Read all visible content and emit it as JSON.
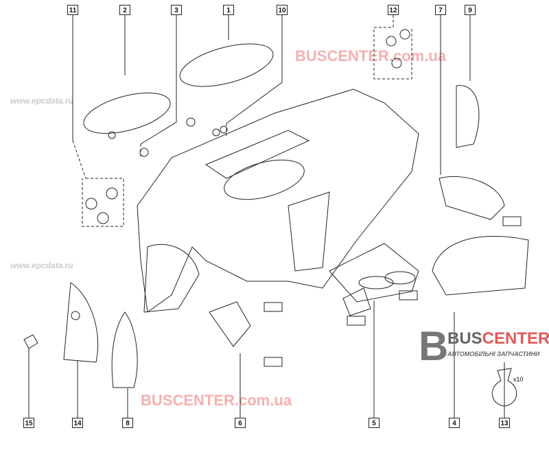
{
  "callouts_top": [
    "11",
    "2",
    "3",
    "1",
    "10",
    "12",
    "7",
    "9"
  ],
  "callouts_bottom": [
    "15",
    "14",
    "8",
    "6",
    "5",
    "4",
    "13"
  ],
  "watermarks": {
    "site": "BUSCENTER.com.ua",
    "epc": "www.epcdata.ru"
  },
  "logo": {
    "name_part1": "BUS",
    "name_part2": "CENTER",
    "subtitle": "АВТОМОБІЛЬНІ ЗАПЧАСТИНИ"
  },
  "quantity_label": "x10"
}
